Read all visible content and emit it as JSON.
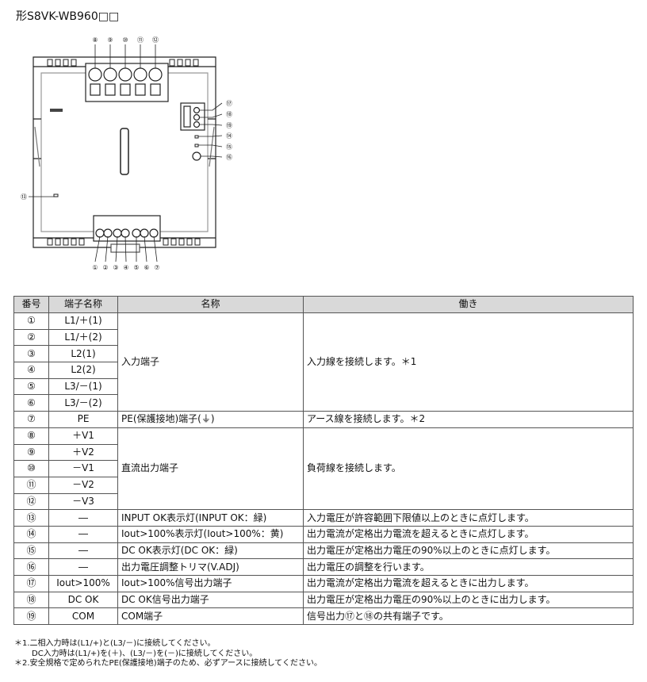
{
  "model": "形S8VK-WB960□□",
  "diagram": {
    "callouts": [
      "①",
      "②",
      "③",
      "④",
      "⑤",
      "⑥",
      "⑦",
      "⑧",
      "⑨",
      "⑩",
      "⑪",
      "⑫",
      "⑬",
      "⑭",
      "⑮",
      "⑯",
      "⑰",
      "⑱",
      "⑲"
    ]
  },
  "table": {
    "headers": [
      "番号",
      "端子名称",
      "名称",
      "働き"
    ],
    "rows": [
      {
        "num": "①",
        "term": "L1/＋(1)"
      },
      {
        "num": "②",
        "term": "L1/＋(2)"
      },
      {
        "num": "③",
        "term": "L2(1)"
      },
      {
        "num": "④",
        "term": "L2(2)"
      },
      {
        "num": "⑤",
        "term": "L3/－(1)"
      },
      {
        "num": "⑥",
        "term": "L3/－(2)"
      },
      {
        "num": "⑦",
        "term": "PE"
      },
      {
        "num": "⑧",
        "term": "＋V1"
      },
      {
        "num": "⑨",
        "term": "＋V2"
      },
      {
        "num": "⑩",
        "term": "－V1"
      },
      {
        "num": "⑪",
        "term": "－V2"
      },
      {
        "num": "⑫",
        "term": "－V3"
      },
      {
        "num": "⑬",
        "term": "―"
      },
      {
        "num": "⑭",
        "term": "―"
      },
      {
        "num": "⑮",
        "term": "―"
      },
      {
        "num": "⑯",
        "term": "―"
      },
      {
        "num": "⑰",
        "term": "Iout>100%"
      },
      {
        "num": "⑱",
        "term": "DC OK"
      },
      {
        "num": "⑲",
        "term": "COM"
      }
    ],
    "groups": [
      {
        "name": "入力端子",
        "func": "入力線を接続します。＊1"
      },
      {
        "name": "PE(保護接地)端子(⏚)",
        "func": "アース線を接続します。＊2"
      },
      {
        "name": "直流出力端子",
        "func": "負荷線を接続します。"
      },
      {
        "name": "INPUT OK表示灯(INPUT OK：緑)",
        "func": "入力電圧が許容範囲下限値以上のときに点灯します。"
      },
      {
        "name": "Iout>100%表示灯(Iout>100%：黄)",
        "func": "出力電流が定格出力電流を超えるときに点灯します。"
      },
      {
        "name": "DC OK表示灯(DC OK：緑)",
        "func": "出力電圧が定格出力電圧の90%以上のときに点灯します。"
      },
      {
        "name": "出力電圧調整トリマ(V.ADJ)",
        "func": "出力電圧の調整を行います。"
      },
      {
        "name": "Iout>100%信号出力端子",
        "func": "出力電流が定格出力電流を超えるときに出力します。"
      },
      {
        "name": "DC OK信号出力端子",
        "func": "出力電圧が定格出力電圧の90%以上のときに出力します。"
      },
      {
        "name": "COM端子",
        "func": "信号出力⑰と⑱の共有端子です。"
      }
    ]
  },
  "notes": [
    "＊1.二相入力時は(L1/+)と(L3/－)に接続してください。",
    "DC入力時は(L1/+)を(＋)、(L3/－)を(－)に接続してください。",
    "＊2.安全規格で定められたPE(保護接地)端子のため、必ずアースに接続してください。"
  ]
}
